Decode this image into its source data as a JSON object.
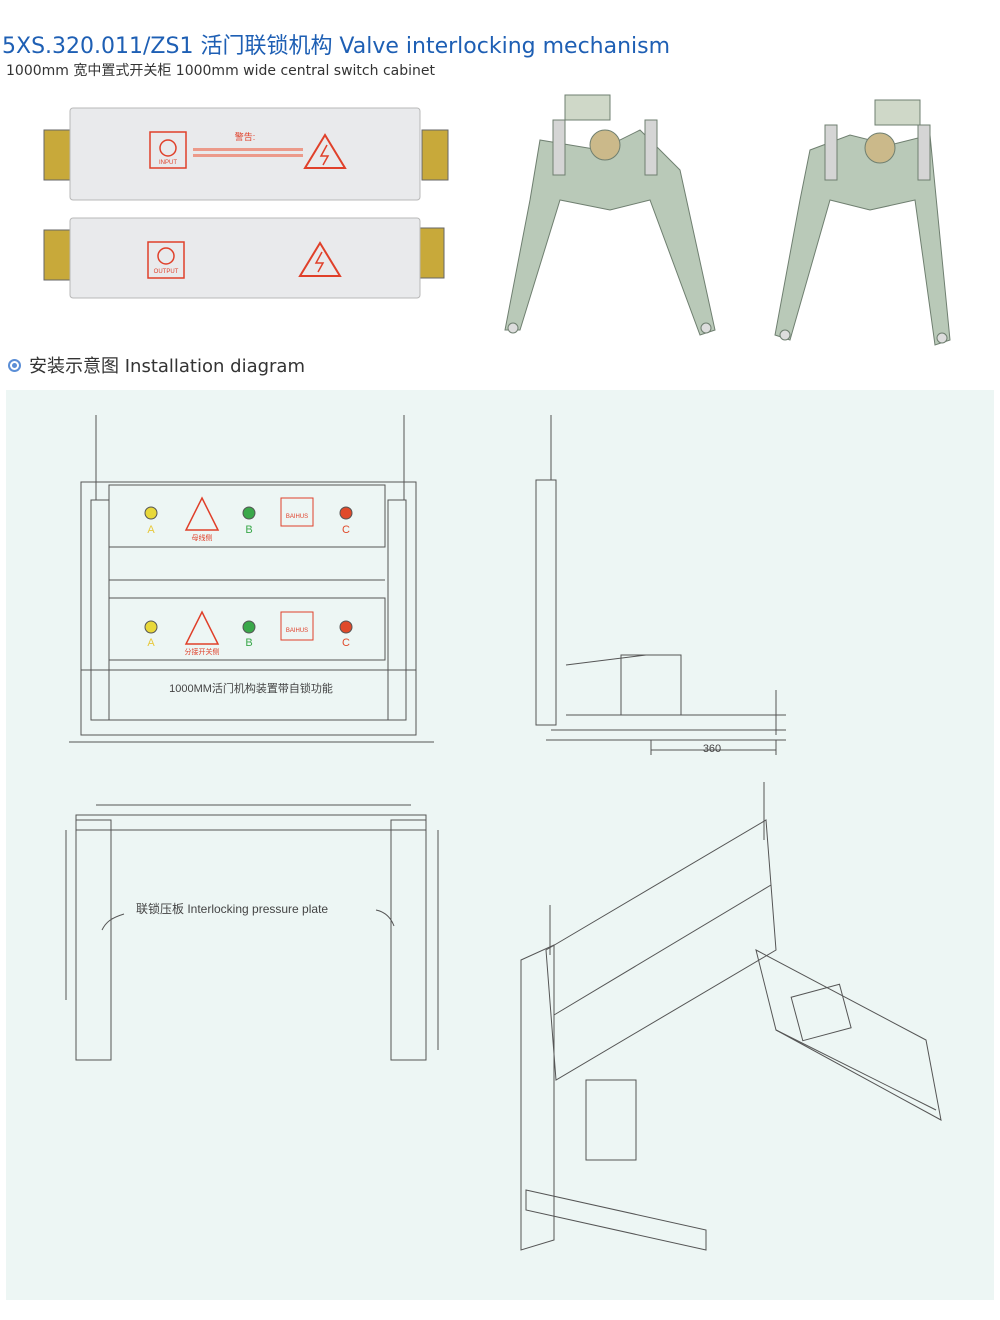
{
  "header": {
    "title": "5XS.320.011/ZS1 活门联锁机构 Valve interlocking mechanism",
    "subtitle": "1000mm 宽中置式开关柜 1000mm wide central switch cabinet"
  },
  "product": {
    "top_plate": {
      "warning_title": "警告:",
      "input_label": "INPUT"
    },
    "bottom_plate": {
      "output_label": "OUTPUT"
    }
  },
  "section": {
    "title": "安装示意图 Installation diagram"
  },
  "front_view": {
    "phase_labels": [
      "A",
      "B",
      "C"
    ],
    "top_warning": "母线侧",
    "bottom_warning": "分接开关侧",
    "brand": "BAIHUS",
    "caption": "1000MM活门机构装置带自锁功能"
  },
  "side_view": {
    "dimension": "360"
  },
  "top_view": {
    "callout": "联锁压板 Interlocking pressure plate"
  },
  "colors": {
    "title": "#1e5fb4",
    "panel_bg": "#edf6f4",
    "phase_a": "#e8d83a",
    "phase_b": "#3aa84a",
    "phase_c": "#e04a2a",
    "warning_red": "#e0402a"
  }
}
